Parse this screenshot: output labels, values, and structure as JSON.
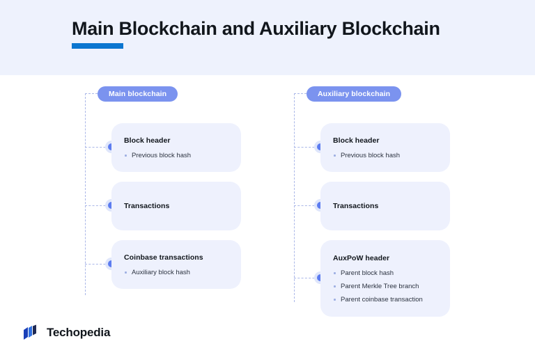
{
  "header": {
    "title": "Main Blockchain and Auxiliary Blockchain",
    "accent_color": "#0b76d0",
    "band_color": "#eef2fd"
  },
  "colors": {
    "badge": "#7b93ef",
    "card": "#eef1fd",
    "node": "#5c7cf0",
    "node_halo": "#dfe6fb",
    "connector": "#aab7e8",
    "title_text": "#11161c",
    "body_text": "#2c3340"
  },
  "columns": [
    {
      "badge": "Main blockchain",
      "cards": [
        {
          "title": "Block header",
          "items": [
            "Previous block hash"
          ]
        },
        {
          "title": "Transactions",
          "items": []
        },
        {
          "title": "Coinbase transactions",
          "items": [
            "Auxiliary block hash"
          ]
        }
      ]
    },
    {
      "badge": "Auxiliary blockchain",
      "cards": [
        {
          "title": "Block header",
          "items": [
            "Previous block hash"
          ]
        },
        {
          "title": "Transactions",
          "items": []
        },
        {
          "title": "AuxPoW header",
          "items": [
            "Parent block hash",
            "Parent Merkle Tree branch",
            "Parent coinbase transaction"
          ]
        }
      ]
    }
  ],
  "footer": {
    "brand": "Techopedia",
    "logo_icon": "techopedia-logo-icon"
  }
}
